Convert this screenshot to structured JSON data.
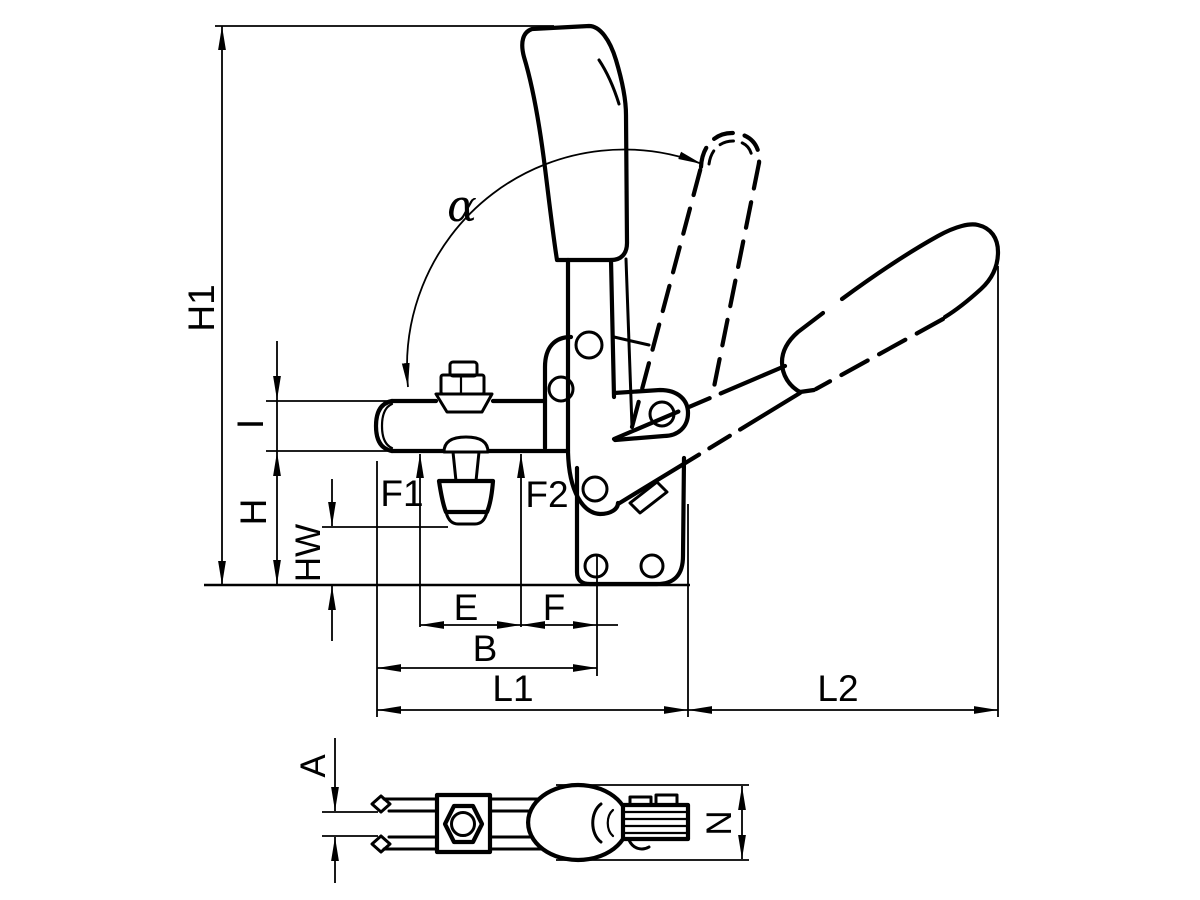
{
  "drawing": {
    "description": "technical dimension drawing of a vertical toggle clamp, front view and top view",
    "colors": {
      "line": "#000000",
      "background": "#ffffff"
    },
    "labels": {
      "h1": "H1",
      "i": "I",
      "h": "H",
      "hw": "HW",
      "f1": "F1",
      "f2": "F2",
      "e": "E",
      "f": "F",
      "b": "B",
      "l1": "L1",
      "l2": "L2",
      "alpha": "α",
      "a": "A",
      "n": "N"
    }
  }
}
